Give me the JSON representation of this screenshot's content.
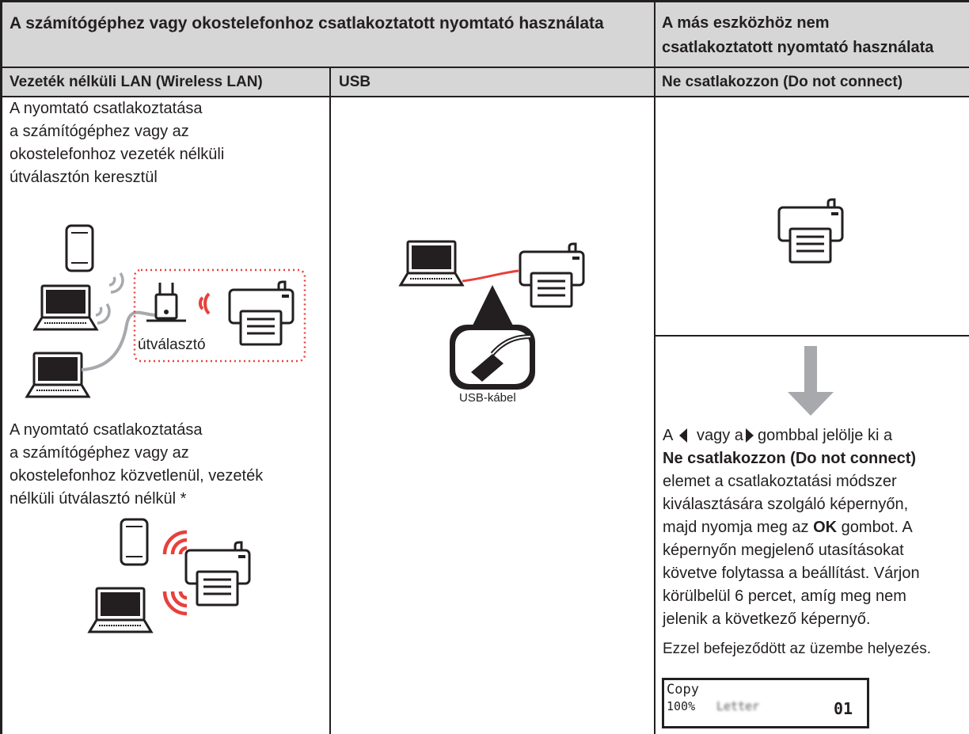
{
  "header": {
    "connected_title": "A számítógéphez vagy okostelefonhoz csatlakoztatott nyomtató használata",
    "not_connected_title_line1": "A más eszközhöz nem",
    "not_connected_title_line2": "csatlakoztatott nyomtató használata"
  },
  "columns": {
    "wireless": "Vezeték nélküli LAN (Wireless LAN)",
    "usb": "USB",
    "do_not_connect": "Ne csatlakozzon (Do not connect)"
  },
  "wireless": {
    "router_desc": [
      "A nyomtató csatlakoztatása",
      "a számítógéphez vagy az",
      "okostelefonhoz vezeték nélküli",
      "útválasztón keresztül"
    ],
    "router_label": "útválasztó",
    "direct_desc": [
      "A nyomtató csatlakoztatása",
      "a számítógéphez vagy az",
      "okostelefonhoz közvetlenül, vezeték",
      "nélküli útválasztó nélkül *"
    ]
  },
  "usb": {
    "cable_label": "USB-kábel"
  },
  "do_not_connect": {
    "instr_a": "A",
    "instr_or": "vagy a",
    "instr_press": "gombbal jelölje ki a",
    "instr_option": "Ne csatlakozzon (Do not connect)",
    "instr_lines": [
      "elemet a csatlakoztatási módszer",
      "kiválasztására szolgáló képernyőn,"
    ],
    "instr_press_ok_pre": "majd nyomja meg az",
    "instr_ok": "OK",
    "instr_press_ok_post": "gombot. A",
    "instr_tail": [
      "képernyőn megjelenő utasításokat",
      "követve folytassa a beállítást. Várjon",
      "körülbelül 6 percet, amíg meg nem",
      "jelenik a következő képernyő."
    ],
    "done": "Ezzel befejeződött az üzembe helyezés.",
    "lcd": {
      "line1": "Copy",
      "zoom": "100%",
      "paper": "Letter",
      "copies": "01"
    }
  },
  "colors": {
    "header_bg": "#d6d6d6",
    "wireless_red": "#e8403c",
    "cable_gray": "#a7a9ac",
    "arrow_gray": "#a7a9ac"
  },
  "icons": [
    "smartphone-icon",
    "laptop-icon",
    "router-icon",
    "printer-icon",
    "wireless-waves-icon",
    "usb-plug-icon",
    "down-arrow-icon",
    "arrow-left-icon",
    "arrow-right-icon"
  ]
}
